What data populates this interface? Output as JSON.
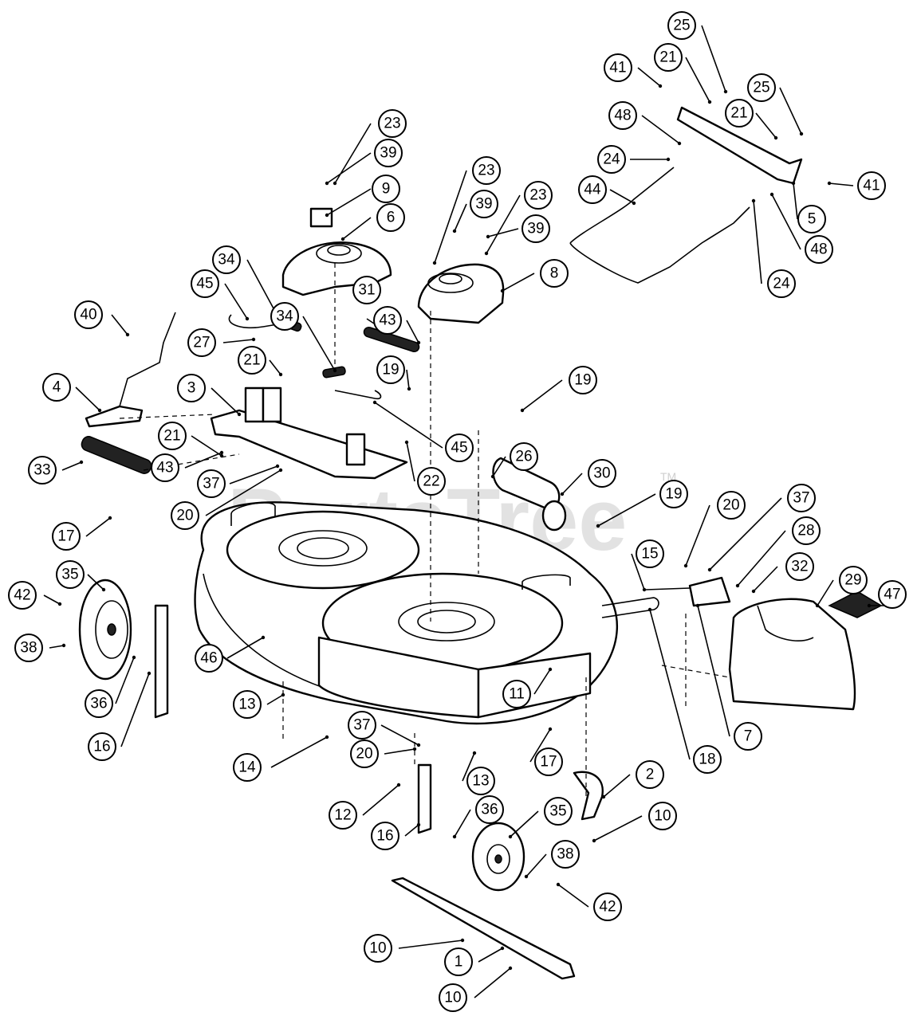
{
  "watermark": {
    "text": "PartsTree",
    "trademark": "TM"
  },
  "callouts": [
    "23",
    "39",
    "9",
    "6",
    "23",
    "39",
    "23",
    "39",
    "8",
    "25",
    "21",
    "41",
    "25",
    "48",
    "21",
    "24",
    "44",
    "5",
    "41",
    "48",
    "24",
    "34",
    "45",
    "31",
    "34",
    "43",
    "27",
    "21",
    "19",
    "40",
    "4",
    "3",
    "45",
    "22",
    "19",
    "26",
    "30",
    "33",
    "21",
    "43",
    "37",
    "20",
    "19",
    "17",
    "15",
    "20",
    "37",
    "28",
    "32",
    "29",
    "47",
    "35",
    "42",
    "38",
    "36",
    "16",
    "46",
    "13",
    "11",
    "7",
    "37",
    "14",
    "20",
    "17",
    "18",
    "13",
    "2",
    "12",
    "36",
    "35",
    "10",
    "16",
    "38",
    "42",
    "10",
    "1",
    "10"
  ]
}
